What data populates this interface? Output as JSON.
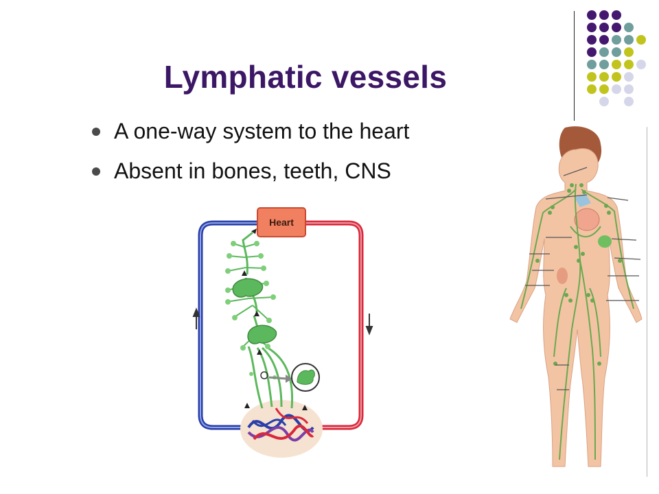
{
  "slide": {
    "title": "Lymphatic vessels",
    "bullets": [
      "A one-way system to the heart",
      "Absent in bones, teeth, CNS"
    ]
  },
  "diagram": {
    "heart_label": "Heart"
  },
  "colors": {
    "title": "#3c1765",
    "vein_blue": "#2a3fa8",
    "artery_red": "#d8283a",
    "lymph_green": "#5cb85c",
    "heart_box": "#f08060",
    "dot_purple": "#44186e",
    "dot_teal": "#6f9e9d",
    "dot_yellow": "#c2c41e",
    "dot_lavender": "#d6d6ea"
  }
}
